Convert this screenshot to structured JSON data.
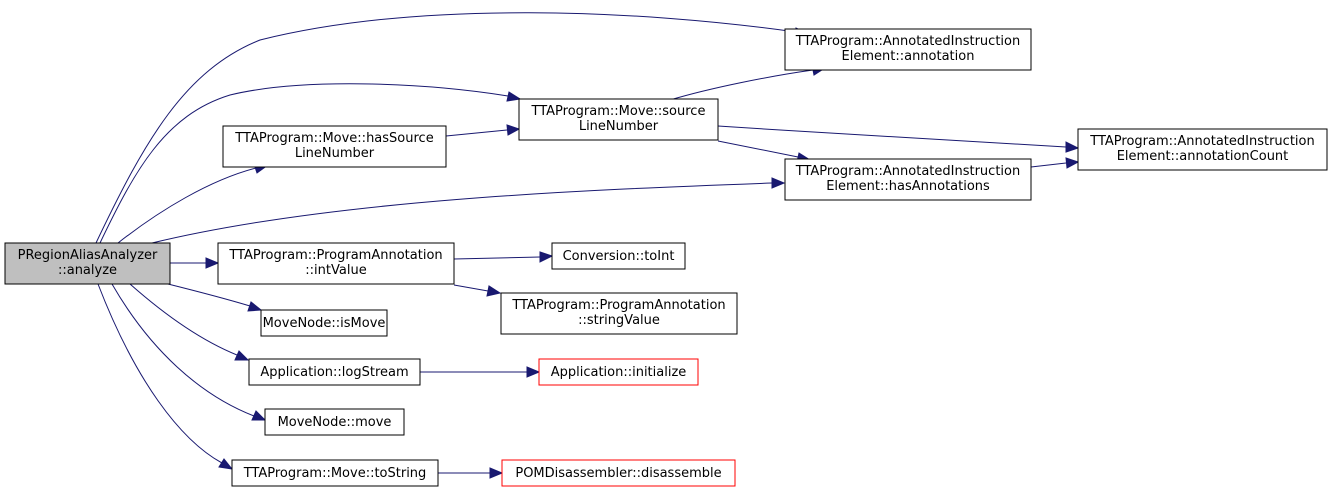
{
  "graph": {
    "edge_color": "#191970",
    "root_fill": "#bfbfbf",
    "missing_border": "#ff0000",
    "nodes": {
      "analyze": [
        "PRegionAliasAnalyzer",
        "::analyze"
      ],
      "annotation": [
        "TTAProgram::AnnotatedInstruction",
        "Element::annotation"
      ],
      "source_line": [
        "TTAProgram::Move::source",
        "LineNumber"
      ],
      "has_source_line": [
        "TTAProgram::Move::hasSource",
        "LineNumber"
      ],
      "annotation_count": [
        "TTAProgram::AnnotatedInstruction",
        "Element::annotationCount"
      ],
      "has_annotations": [
        "TTAProgram::AnnotatedInstruction",
        "Element::hasAnnotations"
      ],
      "int_value": [
        "TTAProgram::ProgramAnnotation",
        "::intValue"
      ],
      "to_int": [
        "Conversion::toInt"
      ],
      "string_value": [
        "TTAProgram::ProgramAnnotation",
        "::stringValue"
      ],
      "is_move": [
        "MoveNode::isMove"
      ],
      "log_stream": [
        "Application::logStream"
      ],
      "initialize": [
        "Application::initialize"
      ],
      "move": [
        "MoveNode::move"
      ],
      "to_string": [
        "TTAProgram::Move::toString"
      ],
      "disassemble": [
        "POMDisassembler::disassemble"
      ]
    }
  }
}
